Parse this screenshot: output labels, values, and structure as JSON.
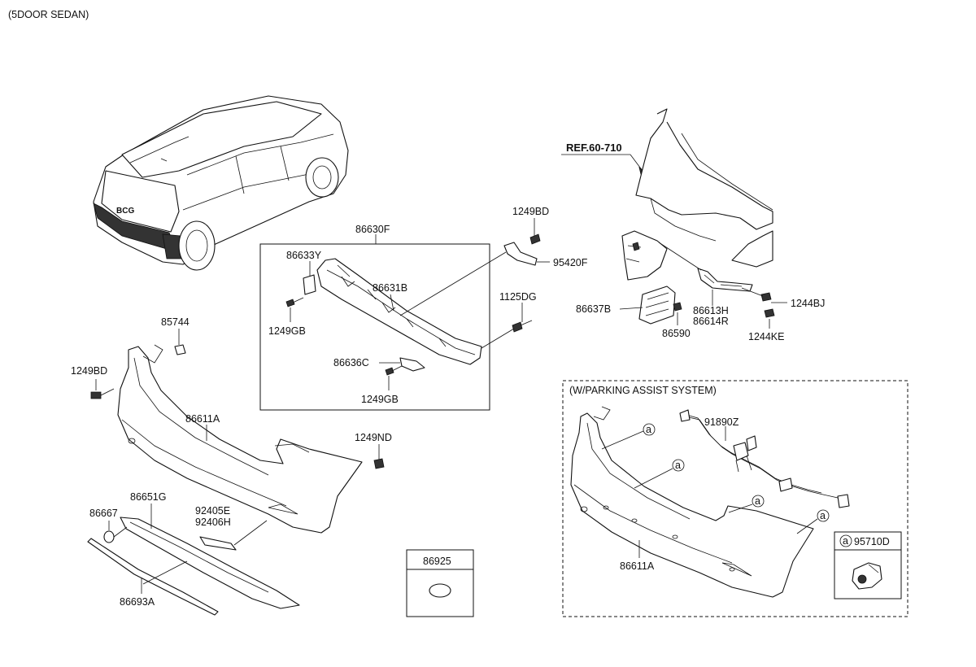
{
  "header": {
    "variant": "(5DOOR SEDAN)"
  },
  "reference": {
    "label": "REF.60-710"
  },
  "parking_assist": {
    "title": "(W/PARKING ASSIST SYSTEM)",
    "marker": "a"
  },
  "parts": {
    "p86630F": "86630F",
    "p86633Y": "86633Y",
    "p86631B": "86631B",
    "p1249GB_a": "1249GB",
    "p1249GB_b": "1249GB",
    "p86636C": "86636C",
    "p1249BD_top": "1249BD",
    "p95420F": "95420F",
    "p1125DG": "1125DG",
    "p85744": "85744",
    "p1249BD_left": "1249BD",
    "p86611A": "86611A",
    "p1249ND": "1249ND",
    "p86667": "86667",
    "p86651G": "86651G",
    "p92405E": "92405E",
    "p92406H": "92406H",
    "p86693A": "86693A",
    "p86925": "86925",
    "p86637B": "86637B",
    "p86590": "86590",
    "p86613H": "86613H",
    "p86614R": "86614R",
    "p1244BJ": "1244BJ",
    "p1244KE": "1244KE",
    "p91890Z": "91890Z",
    "p86611A_pas": "86611A",
    "p95710D": "95710D"
  }
}
